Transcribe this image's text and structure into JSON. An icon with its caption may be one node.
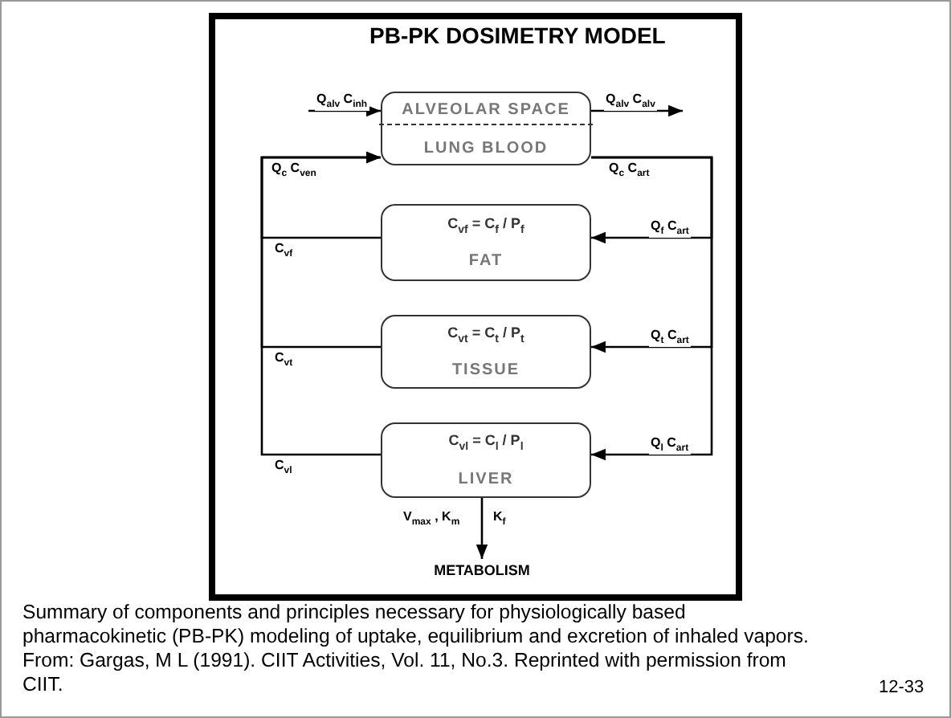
{
  "diagram": {
    "title": "PB-PK DOSIMETRY MODEL",
    "caption": "Summary of components and principles necessary for physiologically based pharmacokinetic (PB-PK) modeling of uptake, equilibrium and excretion of inhaled vapors. From: Gargas, M L (1991). CIIT Activities, Vol. 11, No.3. Reprinted with permission from CIIT.",
    "nodes": [
      {
        "text": [
          "ALVEOLAR SPACE",
          "LUNG BLOOD"
        ]
      },
      {
        "text": [
          "C$_{vf}$ = C$_{f}$ / P$_{f}$",
          "FAT"
        ]
      },
      {
        "text": [
          "C$_{vt}$ = C$_{t}$ / P$_{t}$",
          "TISSUE"
        ]
      },
      {
        "text": [
          "C$_{vl}$ = C$_{l}$ / P$_{l}$",
          "LIVER"
        ]
      },
      {
        "text": [
          "METABOLISM"
        ]
      }
    ],
    "edges": [
      {
        "from": null,
        "to": 0,
        "arrow": "to",
        "label": "Q$_{alv}$ C$_{inh}$"
      },
      {
        "from": 0,
        "to": null,
        "arrow": "to",
        "label": "Q$_{alv}$ C$_{alv}$"
      },
      {
        "from": 0,
        "to": 1,
        "arrow": "to",
        "label": "Q$_{f}$ C$_{art}$"
      },
      {
        "from": 0,
        "to": 2,
        "arrow": "to",
        "label": "Q$_{t}$ C$_{art}$"
      },
      {
        "from": 0,
        "to": 3,
        "arrow": "to",
        "label": "Q$_{l}$ C$_{art}$"
      },
      {
        "from": 1,
        "to": 0,
        "arrow": "to",
        "label": "C$_{vf}$"
      },
      {
        "from": 2,
        "to": 0,
        "arrow": "to",
        "label": "C$_{vt}$"
      },
      {
        "from": 3,
        "to": 0,
        "arrow": "to",
        "label": "C$_{vl}$"
      },
      {
        "from": 3,
        "to": 4,
        "arrow": "to"
      }
    ],
    "labels": [
      "Q$_{c}$ C$_{ven}$",
      "Q$_{c}$ C$_{art}$",
      "V$_{max}$ , K$_{m}$",
      "K$_{f}$",
      "12-33"
    ]
  }
}
